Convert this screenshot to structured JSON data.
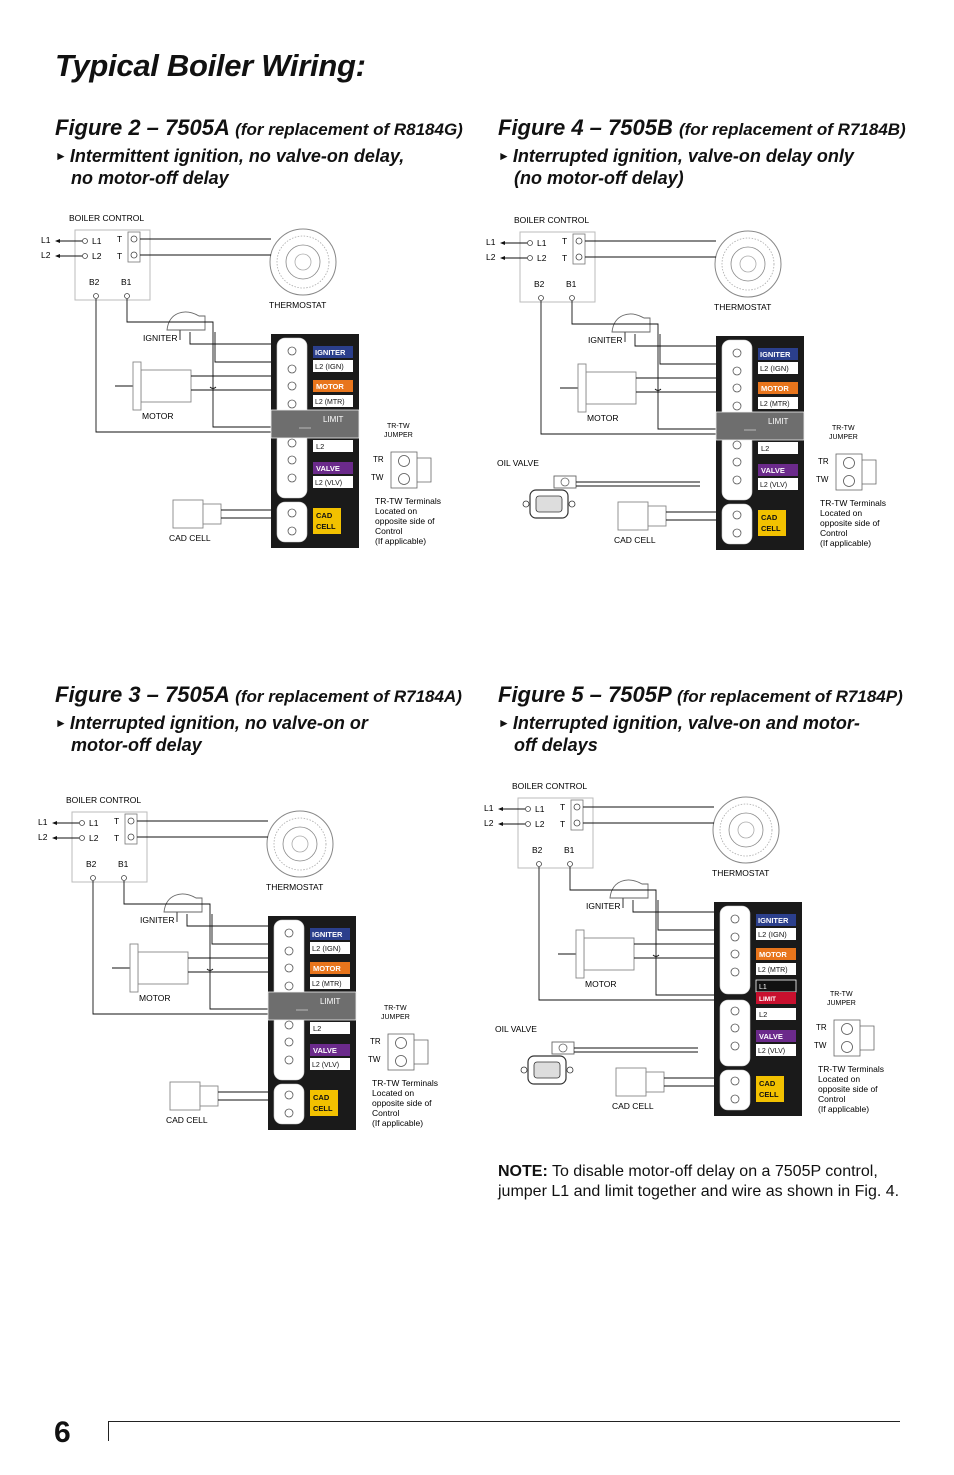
{
  "page": {
    "title": "Typical Boiler Wiring:",
    "number": "6"
  },
  "note": {
    "label": "NOTE:",
    "text": " To disable motor-off delay on a 7505P control, jumper L1 and limit together and wire as shown in Fig. 4."
  },
  "colors": {
    "igniter": "#2b3f8c",
    "motor": "#e8751c",
    "valve": "#6b2a8b",
    "cad": "#f2c100",
    "limit_gray": "#6e6e6e",
    "limit_red": "#c8102e",
    "panel": "#1a1a1a"
  },
  "figures": [
    {
      "heading": "Figure 2 – 7505A ",
      "sub": "(for replacement of R8184G)",
      "desc1": "Intermittent ignition, no valve-on delay,",
      "desc2": "no motor-off delay",
      "has_valve": false,
      "red_limit": false
    },
    {
      "heading": "Figure 4 – 7505B ",
      "sub": "(for replacement of R7184B)",
      "desc1": "Interrupted ignition, valve-on delay only",
      "desc2": "(no motor-off delay)",
      "has_valve": true,
      "red_limit": false
    },
    {
      "heading": "Figure 3 – 7505A ",
      "sub": "(for replacement of R7184A)",
      "desc1": "Interrupted ignition, no valve-on or",
      "desc2": "motor-off delay",
      "has_valve": false,
      "red_limit": false
    },
    {
      "heading": "Figure 5 – 7505P ",
      "sub": "(for replacement of R7184P)",
      "desc1": "Interrupted ignition, valve-on and motor-",
      "desc2": "off delays",
      "has_valve": true,
      "red_limit": true
    }
  ],
  "labels": {
    "boiler_control": "BOILER CONTROL",
    "l1": "L1",
    "l2": "L2",
    "t": "T",
    "b1": "B1",
    "b2": "B2",
    "thermostat": "THERMOSTAT",
    "igniter": "IGNITER",
    "motor": "MOTOR",
    "oil_valve": "OIL VALVE",
    "cad_cell": "CAD CELL",
    "term_igniter": "IGNITER",
    "term_l2_ign": "L2 (IGN)",
    "term_motor": "MOTOR",
    "term_l2_mtr": "L2 (MTR)",
    "term_limit": "LIMIT",
    "term_l1": "L1",
    "term_l2": "L2",
    "term_valve": "VALVE",
    "term_l2_vlv": "L2 (VLV)",
    "term_cad1": "CAD",
    "term_cad2": "CELL",
    "jumper1": "TR-TW",
    "jumper2": "JUMPER",
    "tr": "TR",
    "tw": "TW",
    "note1": "TR-TW Terminals",
    "note2": "Located on",
    "note3": "opposite side of",
    "note4": "Control",
    "note5": "(If applicable)"
  }
}
